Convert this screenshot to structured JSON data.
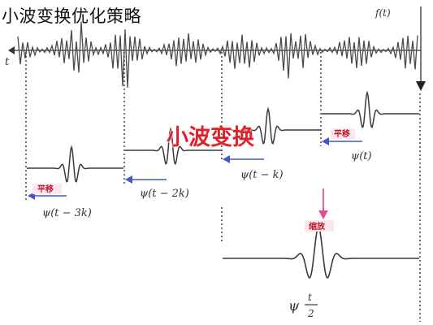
{
  "title": "小波变换优化策略",
  "signal_label": "f(t)",
  "time_label": "t",
  "center_label": "小波变换",
  "shift_tag": "平移",
  "scale_tag": "缩放",
  "wavelets": {
    "psi_t": "ψ(t)",
    "psi_t_minus_k": "ψ(t − k)",
    "psi_t_minus_2k": "ψ(t − 2k)",
    "psi_t_minus_3k": "ψ(t − 3k)",
    "psi_scaled_num": "t",
    "psi_scaled_den": "2",
    "psi_scaled_prefix": "ψ"
  },
  "colors": {
    "signal": "#4a4a4a",
    "arrow_blue": "#4657c8",
    "arrow_pink": "#e34f94",
    "red_title": "#e0202a"
  },
  "icons": [
    "left-arrow-icon",
    "down-arrow-icon",
    "shift-arrow-icon",
    "scale-arrow-icon"
  ]
}
